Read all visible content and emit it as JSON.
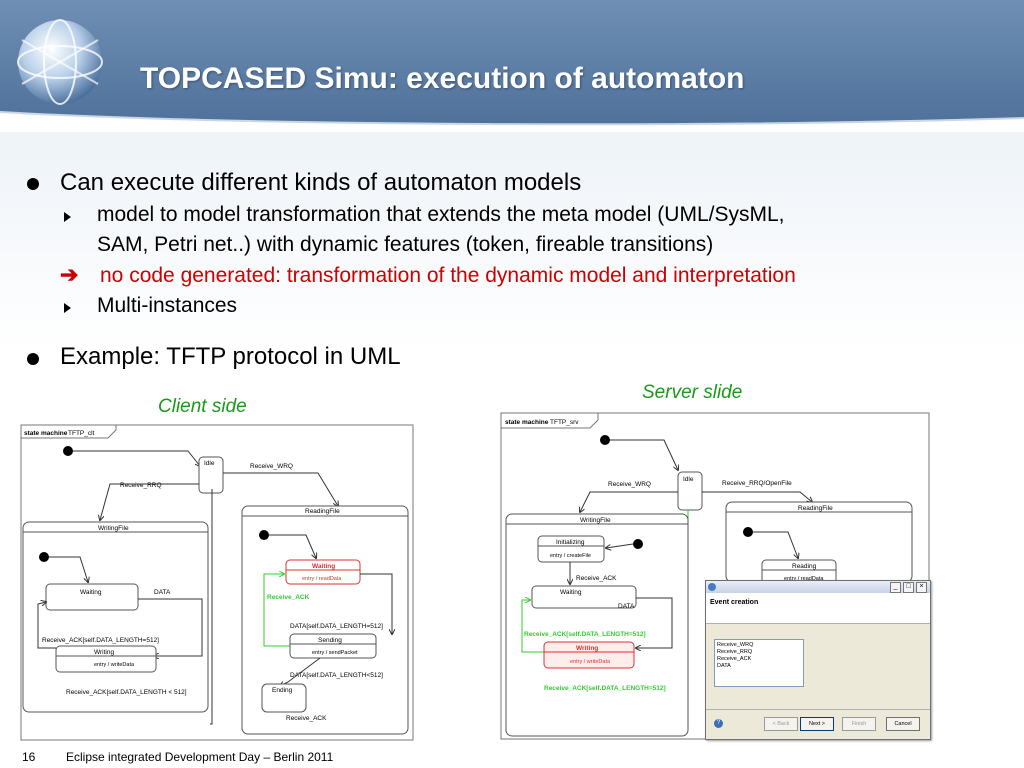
{
  "slide": {
    "title": "TOPCASED Simu: execution of automaton",
    "page_number": "16",
    "footer": "Eclipse integrated Development Day – Berlin 2011",
    "accent_red": "#cc0000",
    "caption_green": "#1a9a1a"
  },
  "bullets": {
    "b1": "Can execute different kinds of automaton models",
    "b1_sub1_line1": "model to model transformation that extends the meta model (UML/SysML,",
    "b1_sub1_line2": "SAM, Petri net..) with dynamic features (token, fireable transitions)",
    "b1_sub2": "no code generated: transformation of the dynamic model and interpretation",
    "b1_sub3": "Multi-instances",
    "b2": "Example: TFTP protocol in UML"
  },
  "client": {
    "caption": "Client side",
    "sm_label": "state machine",
    "sm_name": "TFTP_clt",
    "idle": "Idle",
    "receive_wrq": "Receive_WRQ",
    "receive_rrq": "Receive_RRQ",
    "writing_file": "WritingFile",
    "reading_file": "ReadingFile",
    "waiting_w": "Waiting",
    "data_w": "DATA",
    "recv_ack_cond": "Receive_ACK[self.DATA_LENGTH=512]",
    "writing": "Writing",
    "writing_entry": "entry / writeData",
    "recv_ack_lt": "Receive_ACK[self.DATA_LENGTH < 512]",
    "waiting_r": "Waiting",
    "waiting_r_entry": "entry / readData",
    "receive_ack_green": "Receive_ACK",
    "data_eq": "DATA[self.DATA_LENGTH=512]",
    "sending": "Sending",
    "sending_entry": "entry / sendPacket",
    "data_lt": "DATA[self.DATA_LENGTH<512]",
    "ending": "Ending",
    "receive_ack_end": "Receive_ACK"
  },
  "server": {
    "caption": "Server slide",
    "sm_label": "state machine",
    "sm_name": "TFTP_srv",
    "idle": "Idle",
    "receive_wrq": "Receive_WRQ",
    "receive_rrq_open": "Receive_RRQ/OpenFile",
    "writing_file": "WritingFile",
    "reading_file": "ReadingFile",
    "initializing": "Initializing",
    "initializing_entry": "entry / createFile",
    "receive_ack": "Receive_ACK",
    "waiting": "Waiting",
    "data": "DATA",
    "recv_ack_cond": "Receive_ACK[self.DATA_LENGTH=512]",
    "writing": "Writing",
    "writing_entry": "entry / writeData",
    "recv_ack_cond2": "Receive_ACK[self.DATA_LENGTH=512]",
    "reading": "Reading",
    "reading_entry": "entry / readData"
  },
  "dialog": {
    "title": "Event creation",
    "events": [
      "Receive_WRQ",
      "Receive_RRQ",
      "Receive_ACK",
      "DATA"
    ],
    "back": "< Back",
    "next": "Next >",
    "finish": "Finish",
    "cancel": "Cancel",
    "help": "?"
  }
}
